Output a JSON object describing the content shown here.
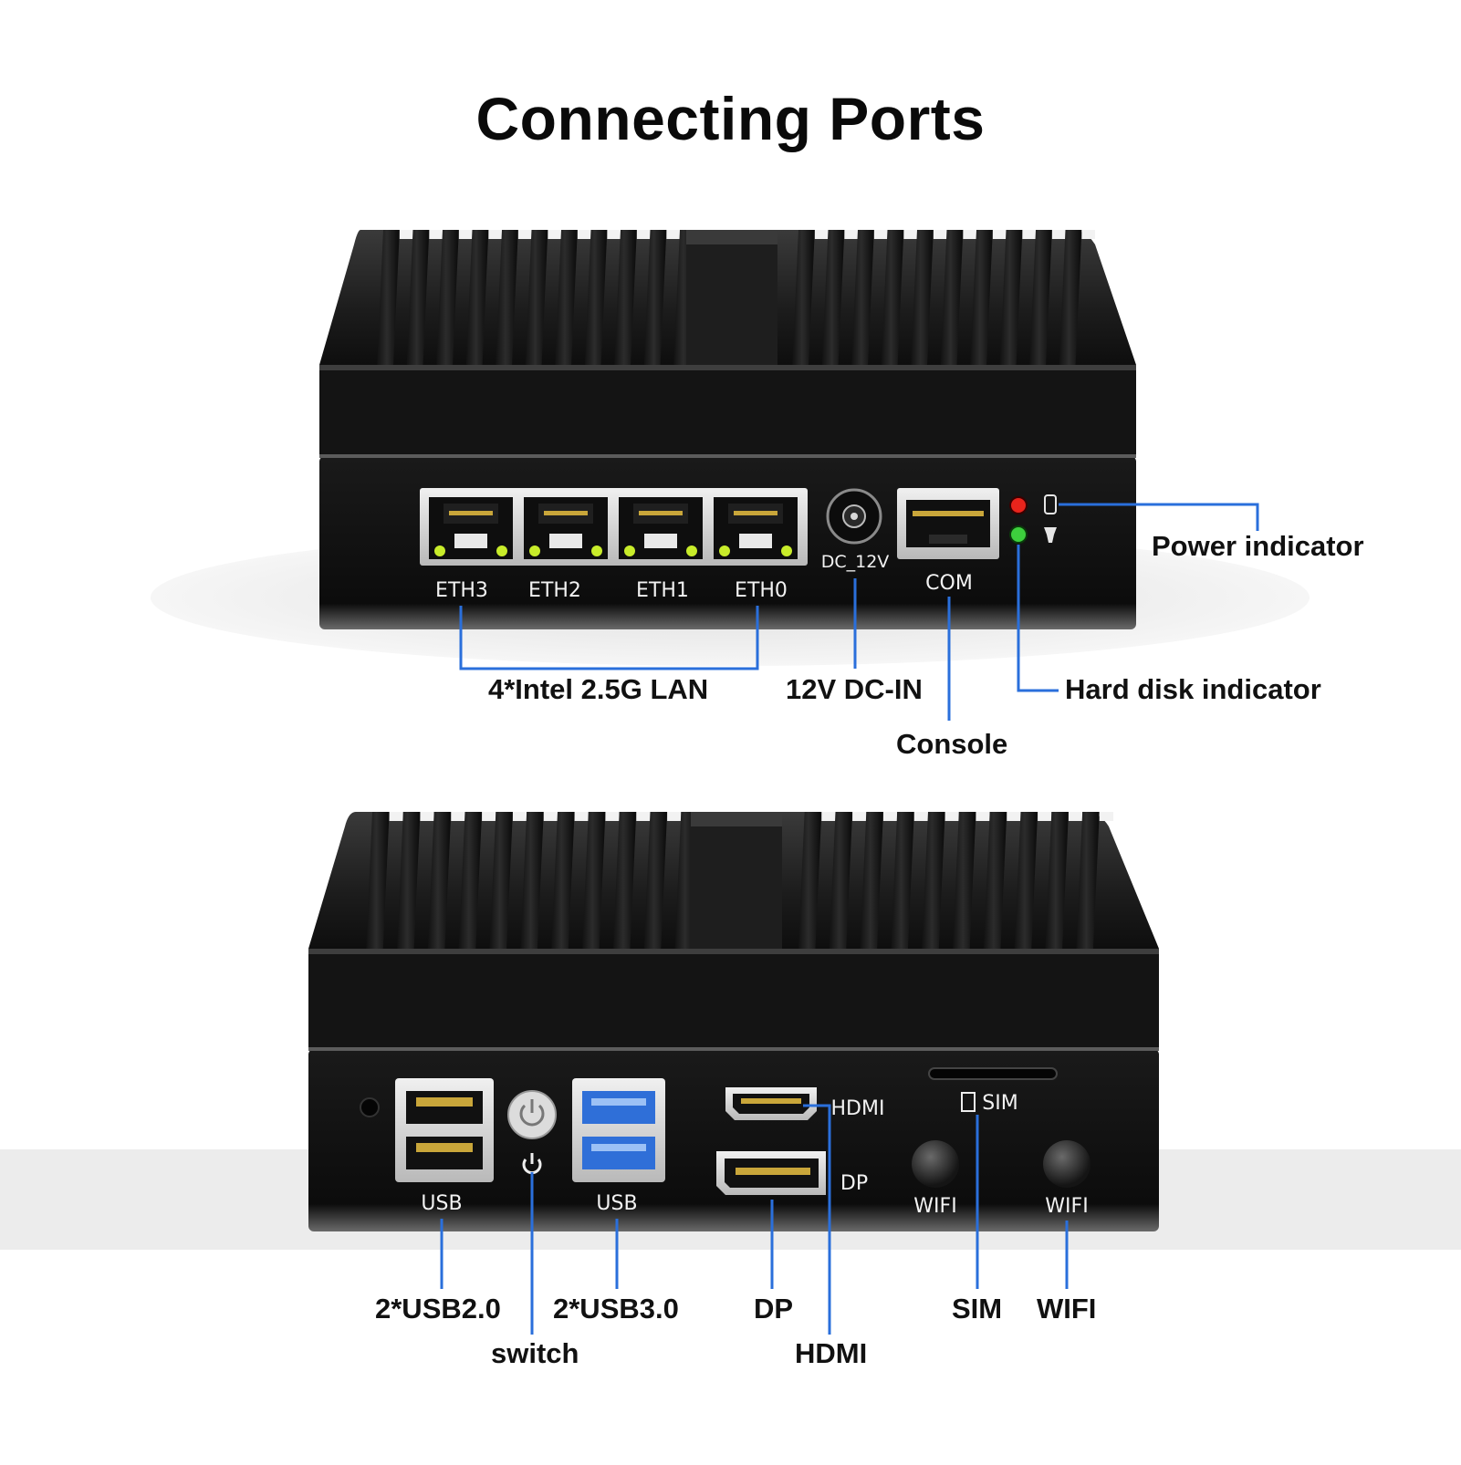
{
  "title": "Connecting Ports",
  "top_unit": {
    "port_labels": {
      "eth3": "ETH3",
      "eth2": "ETH2",
      "eth1": "ETH1",
      "eth0": "ETH0",
      "dc": "DC_12V",
      "com": "COM"
    },
    "callouts": {
      "lan": "4*Intel 2.5G LAN",
      "dc_in": "12V DC-IN",
      "console": "Console",
      "power_indicator": "Power indicator",
      "hdd_indicator": "Hard disk indicator"
    },
    "led_colors": {
      "power": "#e8241c",
      "hdd": "#3dcf3d",
      "lan_led": "#c8ec2a"
    }
  },
  "bottom_unit": {
    "port_labels": {
      "usb2": "USB",
      "usb3": "USB",
      "hdmi": "HDMI",
      "dp": "DP",
      "sim": "SIM",
      "wifi_left": "WIFI",
      "wifi_right": "WIFI"
    },
    "callouts": {
      "usb2": "2*USB2.0",
      "switch": "switch",
      "usb3": "2*USB3.0",
      "dp": "DP",
      "hdmi": "HDMI",
      "sim": "SIM",
      "wifi": "WIFI"
    },
    "usb3_color": "#2f6fd8"
  },
  "leader_line_color": "#2a6fdb"
}
